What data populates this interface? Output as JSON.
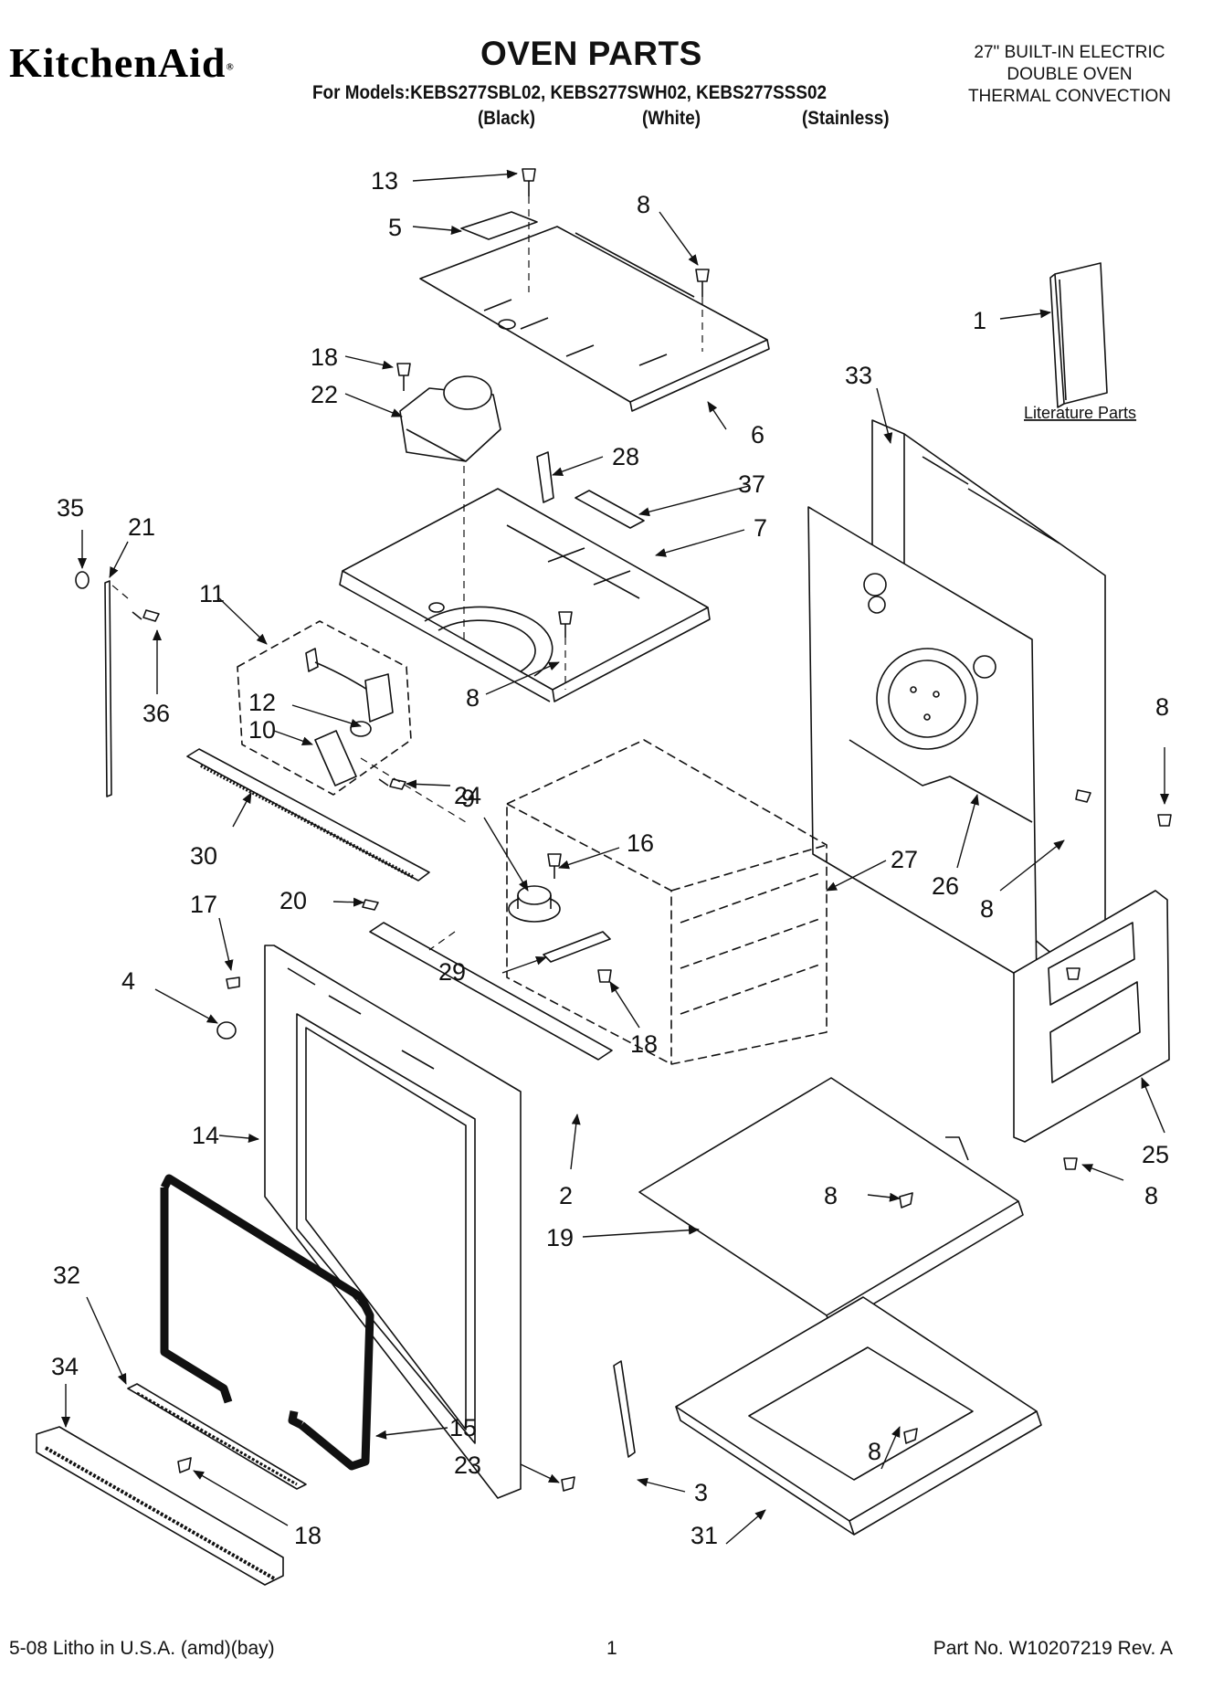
{
  "header": {
    "brand": "KitchenAid",
    "title": "OVEN PARTS",
    "models_line": "For Models:KEBS277SBL02, KEBS277SWH02, KEBS277SSS02",
    "variants": [
      "(Black)",
      "(White)",
      "(Stainless)"
    ],
    "product_lines": [
      "27\" BUILT-IN ELECTRIC",
      "DOUBLE OVEN",
      "THERMAL CONVECTION"
    ]
  },
  "diagram": {
    "literature_label": "Literature Parts",
    "callouts": [
      {
        "id": "c13",
        "text": "13"
      },
      {
        "id": "c5",
        "text": "5"
      },
      {
        "id": "c8a",
        "text": "8"
      },
      {
        "id": "c1",
        "text": "1"
      },
      {
        "id": "c18a",
        "text": "18"
      },
      {
        "id": "c22",
        "text": "22"
      },
      {
        "id": "c6",
        "text": "6"
      },
      {
        "id": "c33",
        "text": "33"
      },
      {
        "id": "c28",
        "text": "28"
      },
      {
        "id": "c37",
        "text": "37"
      },
      {
        "id": "c35",
        "text": "35"
      },
      {
        "id": "c21",
        "text": "21"
      },
      {
        "id": "c7",
        "text": "7"
      },
      {
        "id": "c11",
        "text": "11"
      },
      {
        "id": "c36",
        "text": "36"
      },
      {
        "id": "c12",
        "text": "12"
      },
      {
        "id": "c8b",
        "text": "8"
      },
      {
        "id": "c10",
        "text": "10"
      },
      {
        "id": "c8c",
        "text": "8"
      },
      {
        "id": "c24",
        "text": "24"
      },
      {
        "id": "c9",
        "text": "9"
      },
      {
        "id": "c16",
        "text": "16"
      },
      {
        "id": "c30",
        "text": "30"
      },
      {
        "id": "c27",
        "text": "27"
      },
      {
        "id": "c26",
        "text": "26"
      },
      {
        "id": "c20",
        "text": "20"
      },
      {
        "id": "c17",
        "text": "17"
      },
      {
        "id": "c8d",
        "text": "8"
      },
      {
        "id": "c29",
        "text": "29"
      },
      {
        "id": "c4",
        "text": "4"
      },
      {
        "id": "c18b",
        "text": "18"
      },
      {
        "id": "c14",
        "text": "14"
      },
      {
        "id": "c25",
        "text": "25"
      },
      {
        "id": "c2",
        "text": "2"
      },
      {
        "id": "c8e",
        "text": "8"
      },
      {
        "id": "c8f",
        "text": "8"
      },
      {
        "id": "c19",
        "text": "19"
      },
      {
        "id": "c32",
        "text": "32"
      },
      {
        "id": "c34",
        "text": "34"
      },
      {
        "id": "c15",
        "text": "15"
      },
      {
        "id": "c8g",
        "text": "8"
      },
      {
        "id": "c23",
        "text": "23"
      },
      {
        "id": "c3",
        "text": "3"
      },
      {
        "id": "c31",
        "text": "31"
      },
      {
        "id": "c18c",
        "text": "18"
      }
    ]
  },
  "footer": {
    "left": "5-08 Litho in U.S.A. (amd)(bay)",
    "page": "1",
    "part_no": "Part No. W10207219 Rev. A"
  }
}
